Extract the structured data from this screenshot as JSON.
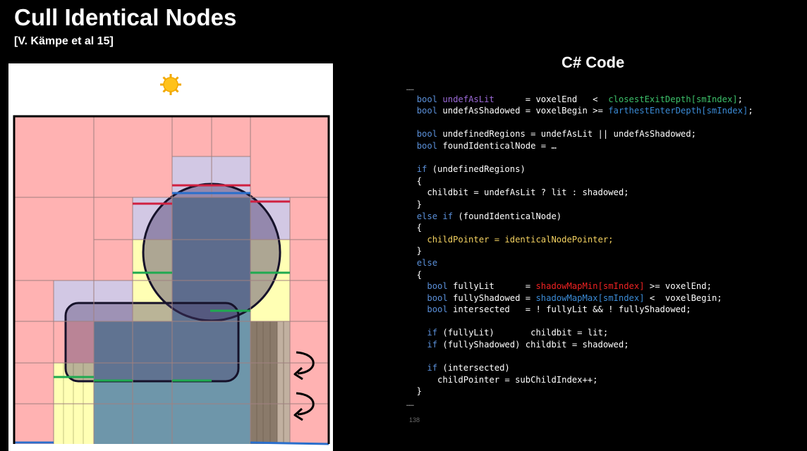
{
  "slide": {
    "title": "Cull Identical Nodes",
    "citation": "[V. Kämpe et al 15]",
    "code_title": "C# Code",
    "page_number": "138"
  },
  "figure": {
    "icons": [
      "sun-icon",
      "rotate-arrow-icon"
    ],
    "colors": {
      "lit": "#ffb2b2",
      "undefined": "#d2c8e4",
      "partial": "#ffffb4",
      "shadowed": "#6e96aa",
      "green_line": "#1faa50",
      "red_line": "#d02040",
      "blue_line": "#2a6fcc"
    }
  },
  "code": {
    "separator": "……",
    "lines": [
      [
        {
          "t": "……",
          "c": "dots"
        }
      ],
      [
        {
          "t": "  "
        },
        {
          "t": "bool",
          "c": "k"
        },
        {
          "t": " "
        },
        {
          "t": "undefAsLit",
          "c": "p"
        },
        {
          "t": "      = voxelEnd   <  "
        },
        {
          "t": "closestExitDepth[smIndex]",
          "c": "g"
        },
        {
          "t": ";"
        }
      ],
      [
        {
          "t": "  "
        },
        {
          "t": "bool",
          "c": "k"
        },
        {
          "t": " undefAsShadowed = voxelBegin >= "
        },
        {
          "t": "farthestEnterDepth[smIndex]",
          "c": "b"
        },
        {
          "t": ";"
        }
      ],
      [
        {
          "t": ""
        }
      ],
      [
        {
          "t": "  "
        },
        {
          "t": "bool",
          "c": "k"
        },
        {
          "t": " undefinedRegions = undefAsLit || undefAsShadowed;"
        }
      ],
      [
        {
          "t": "  "
        },
        {
          "t": "bool",
          "c": "k"
        },
        {
          "t": " foundIdenticalNode = …"
        }
      ],
      [
        {
          "t": ""
        }
      ],
      [
        {
          "t": "  "
        },
        {
          "t": "if",
          "c": "k"
        },
        {
          "t": " (undefinedRegions)"
        }
      ],
      [
        {
          "t": "  {"
        }
      ],
      [
        {
          "t": "    childbit = undefAsLit ? lit : shadowed;"
        }
      ],
      [
        {
          "t": "  }"
        }
      ],
      [
        {
          "t": "  "
        },
        {
          "t": "else if",
          "c": "k"
        },
        {
          "t": " (foundIdenticalNode)"
        }
      ],
      [
        {
          "t": "  {"
        }
      ],
      [
        {
          "t": "    "
        },
        {
          "t": "childPointer = identicalNodePointer;",
          "c": "y"
        }
      ],
      [
        {
          "t": "  }"
        }
      ],
      [
        {
          "t": "  "
        },
        {
          "t": "else",
          "c": "k"
        }
      ],
      [
        {
          "t": "  {"
        }
      ],
      [
        {
          "t": "    "
        },
        {
          "t": "bool",
          "c": "k"
        },
        {
          "t": " fullyLit      = "
        },
        {
          "t": "shadowMapMin[smIndex]",
          "c": "r"
        },
        {
          "t": " >= voxelEnd;"
        }
      ],
      [
        {
          "t": "    "
        },
        {
          "t": "bool",
          "c": "k"
        },
        {
          "t": " fullyShadowed = "
        },
        {
          "t": "shadowMapMax[smIndex]",
          "c": "b"
        },
        {
          "t": " <  voxelBegin;"
        }
      ],
      [
        {
          "t": "    "
        },
        {
          "t": "bool",
          "c": "k"
        },
        {
          "t": " intersected   = ! fullyLit && ! fullyShadowed;"
        }
      ],
      [
        {
          "t": ""
        }
      ],
      [
        {
          "t": "    "
        },
        {
          "t": "if",
          "c": "k"
        },
        {
          "t": " (fullyLit)       childbit = lit;"
        }
      ],
      [
        {
          "t": "    "
        },
        {
          "t": "if",
          "c": "k"
        },
        {
          "t": " (fullyShadowed) childbit = shadowed;"
        }
      ],
      [
        {
          "t": ""
        }
      ],
      [
        {
          "t": "    "
        },
        {
          "t": "if",
          "c": "k"
        },
        {
          "t": " (intersected)"
        }
      ],
      [
        {
          "t": "      childPointer = subChildIndex++;"
        }
      ],
      [
        {
          "t": "  }"
        }
      ],
      [
        {
          "t": "……",
          "c": "dots"
        }
      ]
    ]
  }
}
